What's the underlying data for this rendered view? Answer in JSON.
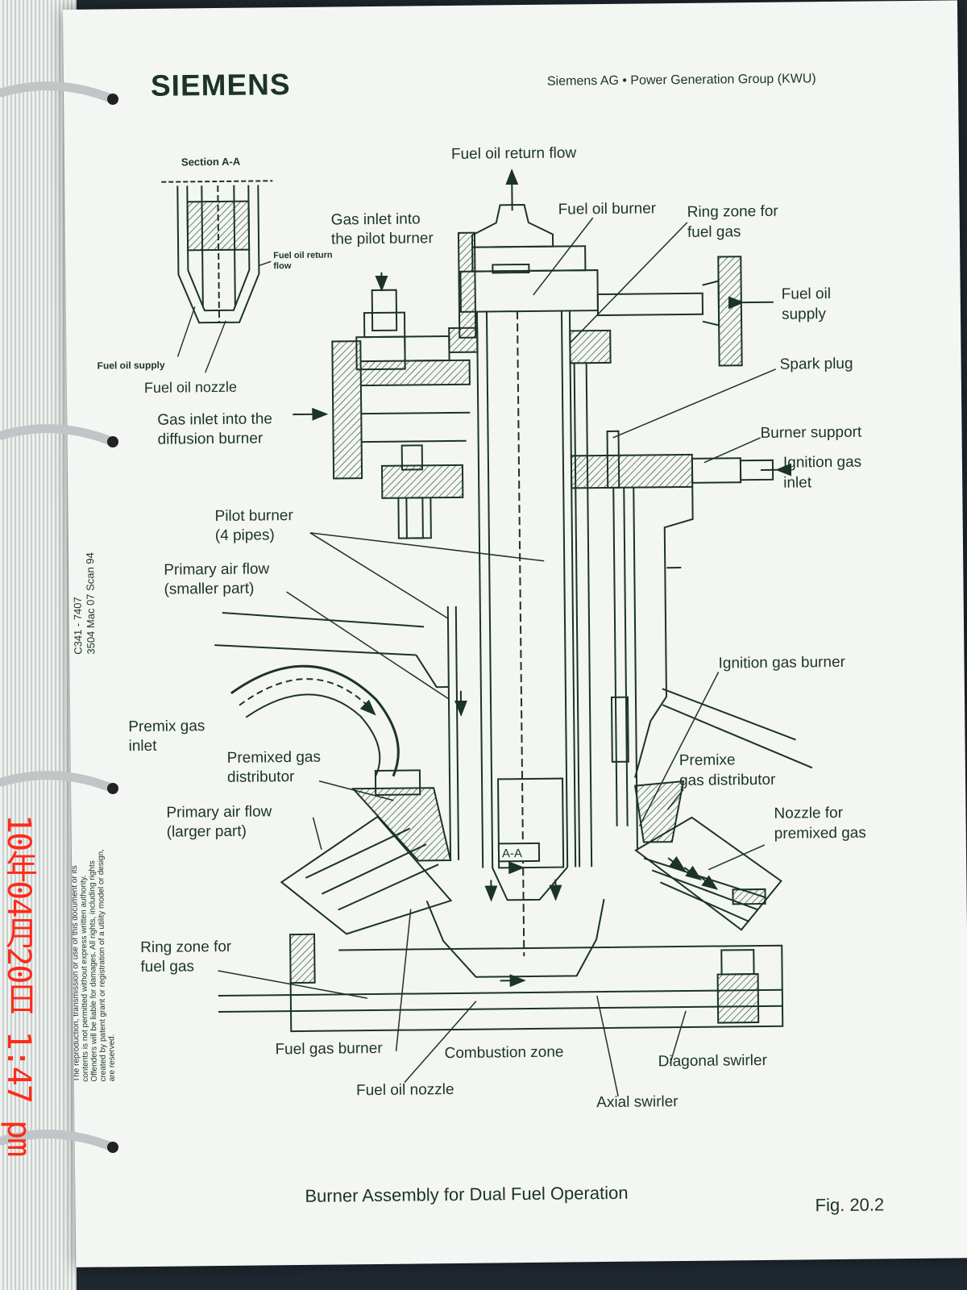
{
  "header": {
    "brand": "SIEMENS",
    "group": "Siemens AG • Power Generation Group (KWU)"
  },
  "section_inset": {
    "title": "Section A-A",
    "labels": {
      "return_flow": [
        "Fuel oil return",
        "flow"
      ],
      "supply": "Fuel oil supply",
      "nozzle": "Fuel oil nozzle"
    }
  },
  "labels": {
    "fuel_oil_return_flow": "Fuel oil return flow",
    "fuel_oil_burner": "Fuel oil burner",
    "ring_zone_top": [
      "Ring zone for",
      "fuel gas"
    ],
    "gas_inlet_pilot": [
      "Gas inlet into",
      "the pilot burner"
    ],
    "fuel_oil_supply": [
      "Fuel oil",
      "supply"
    ],
    "spark_plug": "Spark plug",
    "gas_inlet_diffusion": [
      "Gas inlet into the",
      "diffusion burner"
    ],
    "burner_support": "Burner support",
    "ignition_gas_inlet": [
      "Ignition gas",
      "inlet"
    ],
    "pilot_burner": [
      "Pilot burner",
      "(4 pipes)"
    ],
    "primary_air_small": [
      "Primary air flow",
      "(smaller part)"
    ],
    "ignition_gas_burner": "Ignition gas burner",
    "premix_gas_inlet": [
      "Premix gas",
      "inlet"
    ],
    "premixed_gas_distributor": [
      "Premixed gas",
      "distributor"
    ],
    "premixe_gas_distributor": [
      "Premixe",
      "gas distributor"
    ],
    "primary_air_large": [
      "Primary air flow",
      "(larger part)"
    ],
    "nozzle_premixed": [
      "Nozzle for",
      "premixed gas"
    ],
    "ring_zone_bottom": [
      "Ring zone for",
      "fuel gas"
    ],
    "section_marker": "A-A",
    "fuel_gas_burner": "Fuel gas burner",
    "combustion_zone": "Combustion zone",
    "diagonal_swirler": "Diagonal swirler",
    "fuel_oil_nozzle_bottom": "Fuel oil nozzle",
    "axial_swirler": "Axial swirler"
  },
  "margin_notes": {
    "doc_code": [
      "C341 - 7407",
      "3504 Mac 07 Scan 94"
    ],
    "copyright": [
      "The reproduction, transmission or use of this document or its",
      "contents is not permitted without express written authority.",
      "Offenders will be liable for damages. All rights, including rights",
      "created by patent grant or registration of a utility model or design,",
      "are reserved."
    ]
  },
  "footer": {
    "caption": "Burner Assembly for Dual Fuel Operation",
    "figure": "Fig. 20.2"
  },
  "timestamp": "10年04月20日 1:47 pm",
  "colors": {
    "paper": "#f3f6f3",
    "ink": "#1c3328",
    "timestamp": "#ff2a1a",
    "binder_ring": "#c0c5c8"
  }
}
